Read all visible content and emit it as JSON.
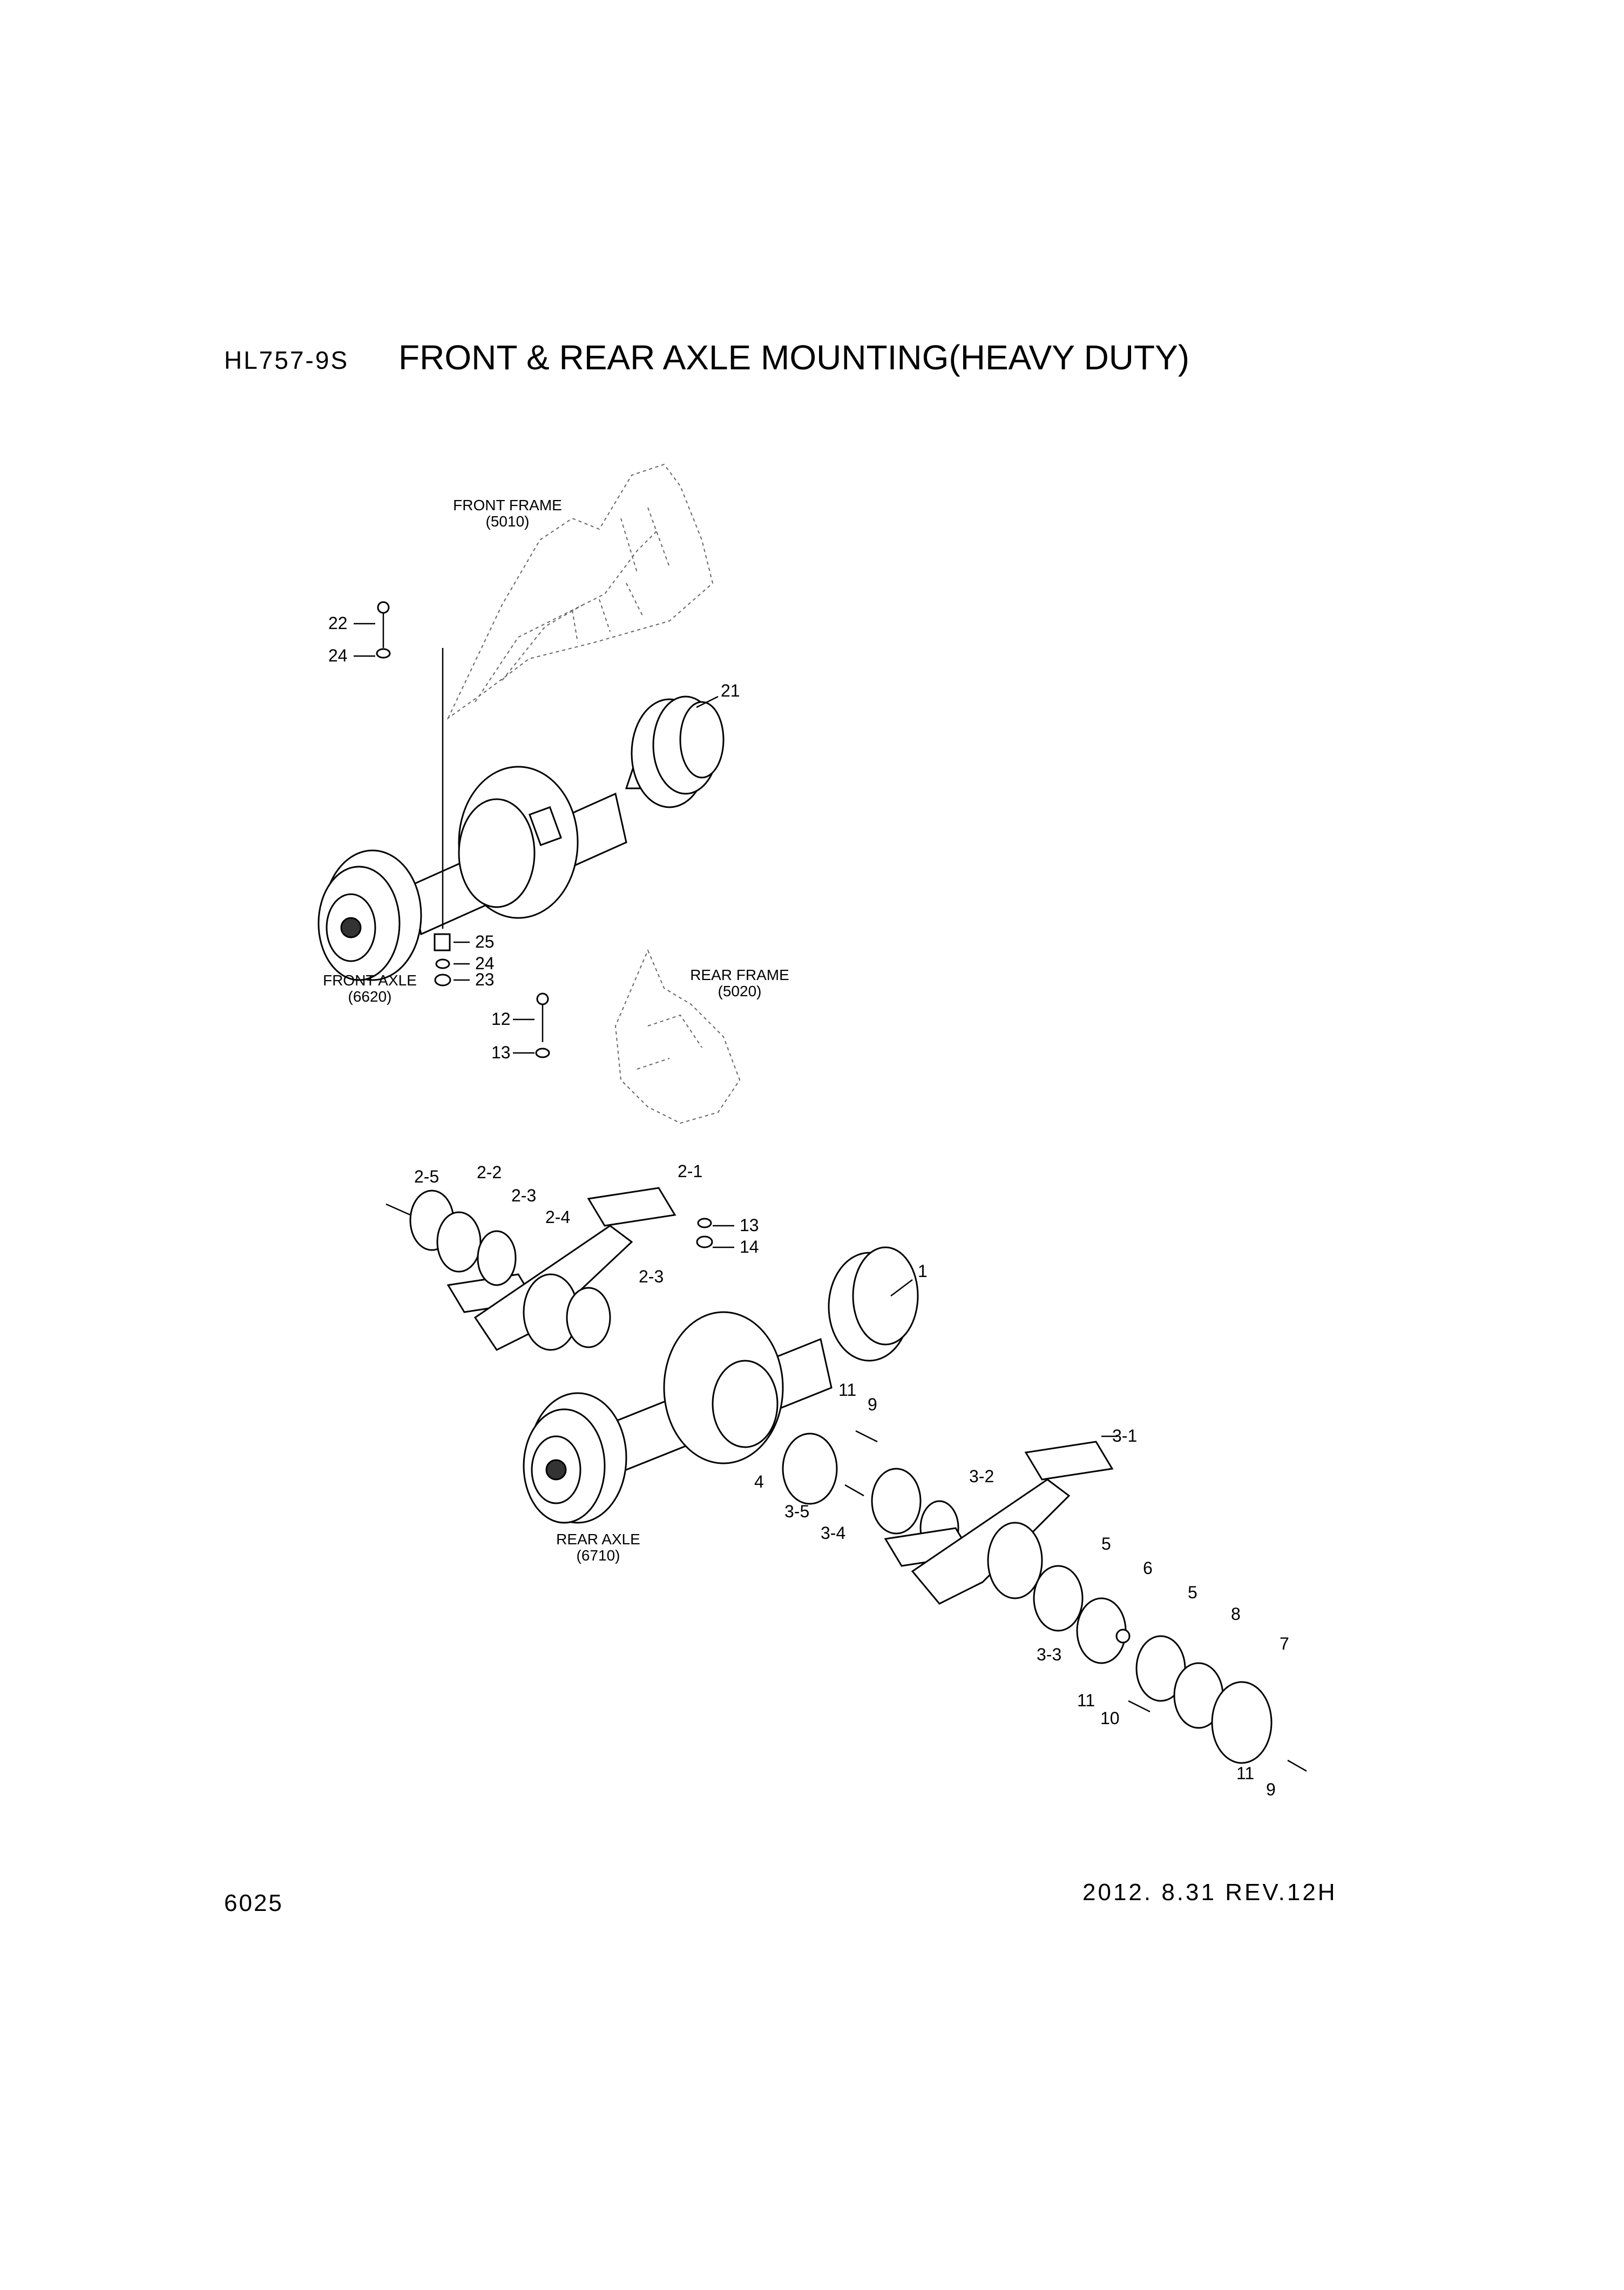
{
  "header": {
    "model": "HL757-9S",
    "title": "FRONT & REAR AXLE MOUNTING(HEAVY DUTY)"
  },
  "footer": {
    "page_number": "6025",
    "revision": "2012. 8.31  REV.12H"
  },
  "assemblies": {
    "front_frame": {
      "name": "FRONT FRAME",
      "code": "(5010)"
    },
    "front_axle": {
      "name": "FRONT AXLE",
      "code": "(6620)"
    },
    "rear_frame": {
      "name": "REAR FRAME",
      "code": "(5020)"
    },
    "rear_axle": {
      "name": "REAR AXLE",
      "code": "(6710)"
    }
  },
  "callouts": {
    "c22": "22",
    "c24a": "24",
    "c21": "21",
    "c25": "25",
    "c24b": "24",
    "c23": "23",
    "c12": "12",
    "c13a": "13",
    "c2_5": "2-5",
    "c2_2": "2-2",
    "c2_3a": "2-3",
    "c2_4": "2-4",
    "c2_1": "2-1",
    "c13b": "13",
    "c14": "14",
    "c2_3b": "2-3",
    "c1": "1",
    "c11a": "11",
    "c9a": "9",
    "c4": "4",
    "c3_5": "3-5",
    "c3_4": "3-4",
    "c3_2": "3-2",
    "c3_1": "3-1",
    "c5a": "5",
    "c6": "6",
    "c5b": "5",
    "c8": "8",
    "c7": "7",
    "c3_3": "3-3",
    "c11b": "11",
    "c10": "10",
    "c11c": "11",
    "c9b": "9"
  }
}
